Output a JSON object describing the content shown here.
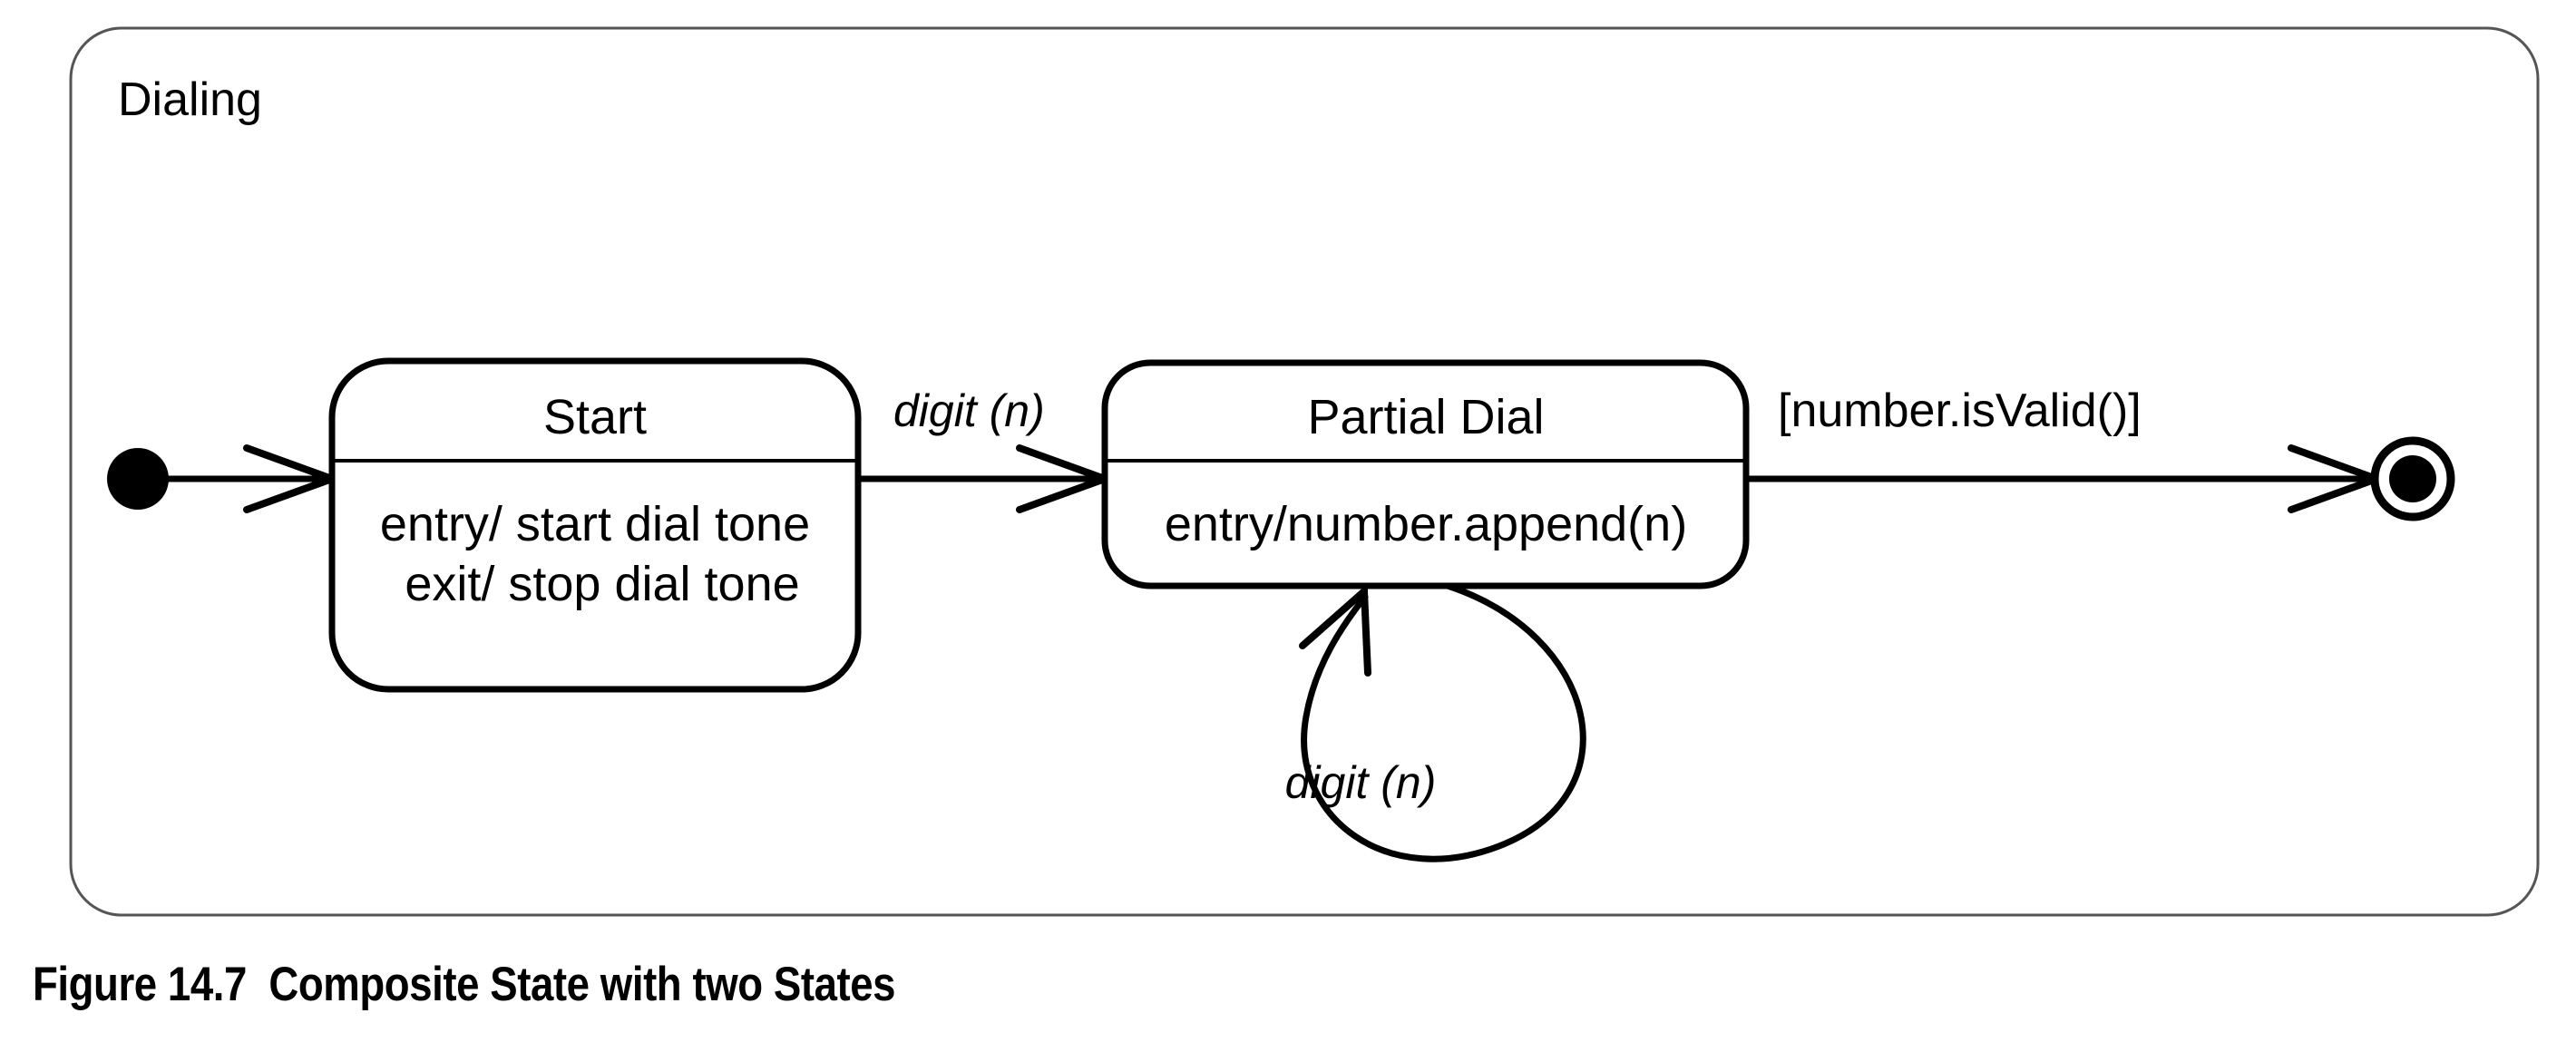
{
  "figure": {
    "caption": "Figure 14.7  Composite State with two States",
    "background_color": "#ffffff",
    "line_color": "#000000",
    "outer_border_color": "#555555"
  },
  "composite_state": {
    "name": "Dialing"
  },
  "states": [
    {
      "id": "start",
      "name": "Start",
      "activities": [
        "entry/ start dial tone",
        "exit/ stop dial tone"
      ]
    },
    {
      "id": "partial-dial",
      "name": "Partial Dial",
      "activities": [
        "entry/number.append(n)"
      ]
    }
  ],
  "pseudostates": {
    "initial": "initial-state",
    "final": "final-state"
  },
  "transitions": [
    {
      "id": "initial-to-start",
      "from": "initial",
      "to": "start",
      "label": ""
    },
    {
      "id": "start-to-partial",
      "from": "start",
      "to": "partial-dial",
      "label": "digit (n)",
      "style": "italic"
    },
    {
      "id": "partial-self-loop",
      "from": "partial-dial",
      "to": "partial-dial",
      "label": "digit (n)",
      "style": "italic"
    },
    {
      "id": "partial-to-final",
      "from": "partial-dial",
      "to": "final",
      "label": "[number.isValid()]",
      "style": "normal"
    }
  ]
}
